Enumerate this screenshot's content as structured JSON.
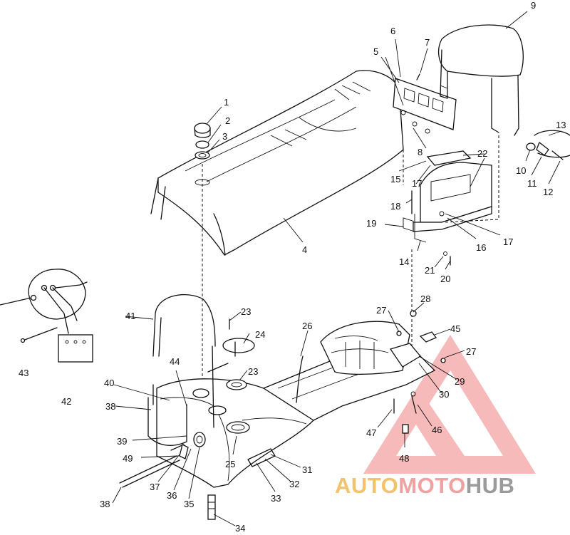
{
  "diagram": {
    "callouts": [
      "1",
      "2",
      "3",
      "4",
      "5",
      "6",
      "7",
      "8",
      "9",
      "10",
      "11",
      "12",
      "13",
      "14",
      "15",
      "16",
      "17",
      "17",
      "18",
      "19",
      "20",
      "21",
      "22",
      "23",
      "23",
      "24",
      "25",
      "26",
      "27",
      "27",
      "28",
      "29",
      "30",
      "31",
      "32",
      "33",
      "34",
      "35",
      "36",
      "37",
      "38",
      "38",
      "39",
      "40",
      "41",
      "42",
      "43",
      "44",
      "45",
      "46",
      "47",
      "48",
      "49"
    ]
  },
  "watermark": {
    "part1": "AUTO",
    "part2": "MOTO",
    "part3": "HUB",
    "colors": {
      "auto": "#f2c36b",
      "moto": "#f0a2a2",
      "hub": "#9b9b9b",
      "triangle": "#f3a3a3"
    }
  }
}
